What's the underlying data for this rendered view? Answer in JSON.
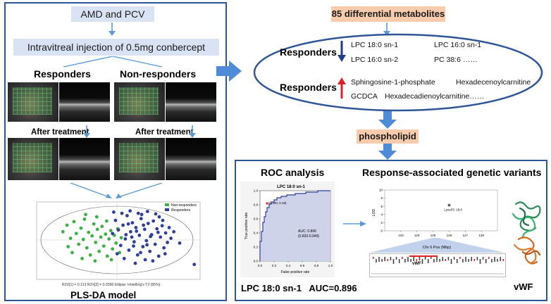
{
  "left_panel": {
    "title": "AMD and PCV",
    "treatment": "Intravitreal injection of 0.5mg conbercept",
    "responders_label": "Responders",
    "nonresponders_label": "Non-responders",
    "after_treatment_1": "After treatment",
    "after_treatment_2": "After treatment",
    "model_label": "PLS-DA model",
    "plot_legend": [
      "Non-responders",
      "Responders"
    ],
    "plot_footer": "R2X[1] = 0.113 R2X[2] = 0.0390 Ellipse: Hotelling's T2 (95%)"
  },
  "metabolites": {
    "title": "85 differential metabolites",
    "responders_label_1": "Responders",
    "responders_label_2": "Responders",
    "down": [
      "LPC 18:0 sn-1",
      "LPC 16:0 sn-1",
      "LPC 16:0 sn-2",
      "PC 38:6 ……"
    ],
    "up": [
      "Sphingosine-1-phosphate",
      "Hexadecenoylcarnitine",
      "GCDCA",
      "Hexadecadienoylcarnitine……"
    ]
  },
  "phospholipid_label": "phospholipid",
  "bottom_panel": {
    "roc_title": "ROC analysis",
    "genetic_title": "Response-associated genetic variants",
    "roc_plot_title": "LPC 18:0 sn-1",
    "roc_xlabel": "False positive rate",
    "roc_ylabel": "True positive rate",
    "roc_point_label": "(0.400, 0.18)",
    "roc_auc_label_1": "AUC: 0.896",
    "roc_auc_label_2": "(0.833-0.949)",
    "auc_label": "LPC 18:0 sn-1   AUC=0.896",
    "vwf_label": "vWF",
    "manhattan_ylabel": "LOD",
    "manhattan_point_label": "LysoPC 18:0",
    "manhattan_xlabel": "Chr 6 Pos (Mbp)",
    "gene_tag": "vWF"
  },
  "chart_data": [
    {
      "type": "line",
      "title": "LPC 18:0 sn-1",
      "xlabel": "False positive rate",
      "ylabel": "True positive rate",
      "xlim": [
        0,
        1
      ],
      "ylim": [
        0,
        1
      ],
      "x_ticks": [
        0.0,
        0.2,
        0.4,
        0.6,
        0.8,
        1.0
      ],
      "y_ticks": [
        0.0,
        0.2,
        0.4,
        0.6,
        0.8,
        1.0
      ],
      "series": [
        {
          "x": [
            0,
            0,
            0.02,
            0.02,
            0.04,
            0.04,
            0.06,
            0.06,
            0.08,
            0.08,
            0.1,
            0.1,
            0.13,
            0.13,
            0.16,
            0.16,
            0.2,
            0.2,
            0.24,
            0.24,
            0.3,
            0.3,
            0.38,
            0.38,
            0.5,
            0.5,
            0.65,
            0.65,
            0.82,
            0.82,
            1.0
          ],
          "y": [
            0,
            0.28,
            0.28,
            0.42,
            0.42,
            0.55,
            0.55,
            0.63,
            0.63,
            0.7,
            0.7,
            0.76,
            0.76,
            0.81,
            0.81,
            0.84,
            0.84,
            0.87,
            0.87,
            0.9,
            0.9,
            0.92,
            0.92,
            0.94,
            0.94,
            0.96,
            0.96,
            0.98,
            0.98,
            1.0,
            1.0
          ]
        }
      ],
      "highlight_point": {
        "x": 0.1,
        "y": 0.82
      },
      "annotations": [
        "(0.400, 0.18)",
        "AUC: 0.896",
        "(0.833-0.949)"
      ]
    },
    {
      "type": "scatter",
      "xlabel": "",
      "ylabel": "LOD",
      "xlim": [
        122,
        129
      ],
      "ylim": [
        0,
        10
      ],
      "x_ticks": [
        123,
        124,
        125,
        126,
        127,
        128
      ],
      "y_ticks": [
        0,
        2,
        4,
        6,
        8,
        10
      ],
      "points": [
        {
          "x": 126.0,
          "y": 6.3,
          "label": "LysoPC 18:0"
        }
      ]
    },
    {
      "type": "scatter",
      "title": "",
      "x_label_bottom": "R2X[1] = 0.113 R2X[2] = 0.0390 Ellipse: Hotelling's T2 (95%)",
      "series": [
        {
          "name": "Non-responders",
          "color": "#3cb043",
          "points": [
            [
              -9.5,
              1.5
            ],
            [
              -8.8,
              2.6
            ],
            [
              -8.2,
              0.4
            ],
            [
              -7.6,
              3.2
            ],
            [
              -7.2,
              1.2
            ],
            [
              -6.8,
              -0.6
            ],
            [
              -6.4,
              2.1
            ],
            [
              -6.0,
              0.2
            ],
            [
              -5.8,
              3.6
            ],
            [
              -5.4,
              -1.2
            ],
            [
              -5.1,
              1.4
            ],
            [
              -4.8,
              -2.4
            ],
            [
              -4.5,
              0.8
            ],
            [
              -4.2,
              2.8
            ],
            [
              -3.9,
              -0.3
            ],
            [
              -3.6,
              1.9
            ],
            [
              -3.3,
              -1.8
            ],
            [
              -3.0,
              0.6
            ],
            [
              -2.8,
              2.4
            ],
            [
              -2.5,
              -0.9
            ],
            [
              -2.2,
              1.1
            ],
            [
              -1.9,
              -2.6
            ],
            [
              -1.6,
              0.3
            ],
            [
              -1.3,
              1.7
            ],
            [
              -1.0,
              -1.4
            ],
            [
              -0.7,
              0.9
            ],
            [
              -0.4,
              -0.4
            ],
            [
              -0.1,
              2.0
            ],
            [
              0.2,
              -2.0
            ],
            [
              0.5,
              0.5
            ],
            [
              -7.9,
              -2.0
            ],
            [
              -6.2,
              -3.0
            ],
            [
              -4.0,
              -3.4
            ],
            [
              -2.0,
              3.3
            ],
            [
              -5.6,
              4.4
            ],
            [
              -3.7,
              4.0
            ],
            [
              -8.6,
              -1.0
            ],
            [
              -1.2,
              -3.2
            ]
          ]
        },
        {
          "name": "Responders",
          "color": "#2e3f9e",
          "points": [
            [
              -1.0,
              1.2
            ],
            [
              -0.5,
              3.4
            ],
            [
              0.0,
              1.8
            ],
            [
              0.4,
              -0.8
            ],
            [
              0.8,
              2.6
            ],
            [
              1.2,
              0.3
            ],
            [
              1.5,
              4.2
            ],
            [
              1.8,
              -1.6
            ],
            [
              2.1,
              1.5
            ],
            [
              2.4,
              3.0
            ],
            [
              2.7,
              -0.2
            ],
            [
              3.0,
              2.2
            ],
            [
              3.3,
              -2.4
            ],
            [
              3.6,
              0.9
            ],
            [
              3.9,
              3.7
            ],
            [
              4.2,
              -1.0
            ],
            [
              4.5,
              1.9
            ],
            [
              4.8,
              0.0
            ],
            [
              5.1,
              2.9
            ],
            [
              5.4,
              -1.8
            ],
            [
              5.7,
              1.0
            ],
            [
              6.0,
              3.3
            ],
            [
              6.3,
              -0.6
            ],
            [
              6.6,
              2.0
            ],
            [
              6.9,
              -2.6
            ],
            [
              7.2,
              0.6
            ],
            [
              7.5,
              2.5
            ],
            [
              7.8,
              -1.2
            ],
            [
              8.1,
              1.3
            ],
            [
              8.4,
              -0.3
            ],
            [
              8.7,
              2.2
            ],
            [
              9.0,
              0.4
            ],
            [
              0.6,
              4.6
            ],
            [
              2.0,
              5.0
            ],
            [
              3.4,
              4.6
            ],
            [
              4.6,
              -3.2
            ],
            [
              5.9,
              -3.4
            ],
            [
              1.0,
              -3.0
            ],
            [
              2.9,
              -3.8
            ],
            [
              7.0,
              4.0
            ],
            [
              -0.2,
              -2.2
            ],
            [
              4.0,
              4.4
            ],
            [
              5.0,
              4.9
            ],
            [
              6.4,
              4.5
            ],
            [
              3.1,
              1.6
            ],
            [
              4.3,
              2.6
            ],
            [
              5.5,
              0.7
            ],
            [
              1.7,
              2.8
            ],
            [
              2.6,
              -0.9
            ],
            [
              3.8,
              -2.0
            ],
            [
              6.8,
              1.4
            ],
            [
              7.6,
              3.4
            ],
            [
              8.0,
              -2.2
            ],
            [
              9.5,
              1.5
            ],
            [
              10.5,
              -0.4
            ],
            [
              13.0,
              -4.0
            ],
            [
              -0.8,
              4.8
            ],
            [
              2.3,
              0.6
            ],
            [
              4.9,
              -0.7
            ],
            [
              1.3,
              1.0
            ]
          ]
        }
      ]
    }
  ]
}
